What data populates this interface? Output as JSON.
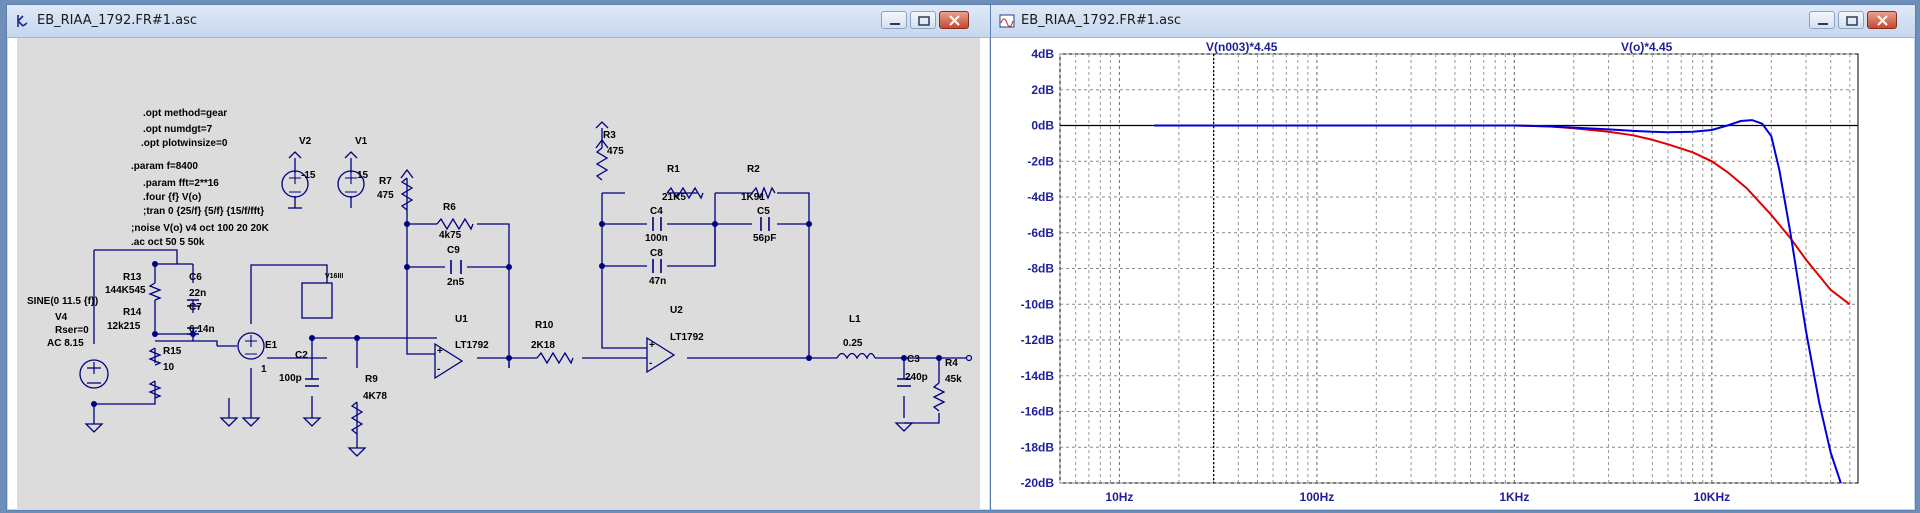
{
  "schematic_window": {
    "title": "EB_RIAA_1792.FR#1.asc",
    "directives": [
      ".opt method=gear",
      ".opt numdgt=7",
      ".opt plotwinsize=0",
      ".param f=8400",
      ".param fft=2**16",
      ".four {f} V(o)",
      ";tran 0 {25/f} {5/f} {15/f/fft}",
      ";noise V(o) v4 oct 100 20 20K",
      ".ac oct 50 5 50k"
    ],
    "labels": {
      "V2": "V2",
      "V2_val": "-15",
      "V1": "V1",
      "V1_val": "15",
      "R7": "R7",
      "R7_val": "475",
      "R3": "R3",
      "R3_val": "475",
      "R6": "R6",
      "R6_val": "4k75",
      "C9": "C9",
      "C9_val": "2n5",
      "R1": "R1",
      "R1_val": "21K5",
      "R2": "R2",
      "R2_val": "1K91",
      "C4": "C4",
      "C4_val": "100n",
      "C5": "C5",
      "C5_val": "56pF",
      "C8": "C8",
      "C8_val": "47n",
      "U1": "U1",
      "U1_model": "LT1792",
      "U2": "U2",
      "U2_model": "LT1792",
      "R10": "R10",
      "R10_val": "2K18",
      "L1": "L1",
      "L1_val": "0.25",
      "C3": "C3",
      "C3_val": "240p",
      "R4": "R4",
      "R4_val": "45k",
      "R13": "R13",
      "R13_val": "144K545",
      "C6": "C6",
      "C6_val": "22n",
      "R14": "R14",
      "R14_val": "12k215",
      "C7": "C7",
      "C7_val": "6.14n",
      "R15": "R15",
      "R15_val": "10",
      "E1": "E1",
      "E1_val": "1",
      "C2": "C2",
      "C2_val": "100p",
      "R9": "R9",
      "R9_val": "4K78",
      "V16": "V16III",
      "V4_src": "SINE(0 11.5 {f})",
      "V4": "V4",
      "V4_rser": "Rser=0",
      "V4_ac": "AC 8.15",
      "plus": "+",
      "minus": "-",
      "vplus": "V"
    }
  },
  "plot_window": {
    "title": "EB_RIAA_1792.FR#1.asc",
    "trace_labels": [
      "V(n003)*4.45",
      "V(o)*4.45"
    ]
  },
  "chart_data": {
    "type": "line",
    "title": "",
    "xscale": "log",
    "xlim": [
      5,
      55000
    ],
    "ylim": [
      -20,
      4
    ],
    "yticks": [
      "4dB",
      "2dB",
      "0dB",
      "-2dB",
      "-4dB",
      "-6dB",
      "-8dB",
      "-10dB",
      "-12dB",
      "-14dB",
      "-16dB",
      "-18dB",
      "-20dB"
    ],
    "ytick_values": [
      4,
      2,
      0,
      -2,
      -4,
      -6,
      -8,
      -10,
      -12,
      -14,
      -16,
      -18,
      -20
    ],
    "xticks": [
      "10Hz",
      "100Hz",
      "1KHz",
      "10KHz"
    ],
    "xtick_values": [
      10,
      100,
      1000,
      10000
    ],
    "grid": true,
    "series": [
      {
        "name": "V(n003)*4.45",
        "color": "#e00000",
        "dashed_marker_x": 30,
        "x": [
          1000,
          1500,
          2000,
          3000,
          4000,
          5000,
          6000,
          8000,
          10000,
          12000,
          15000,
          20000,
          25000,
          30000,
          40000,
          50000
        ],
        "y": [
          0.0,
          -0.05,
          -0.15,
          -0.35,
          -0.55,
          -0.8,
          -1.05,
          -1.5,
          -2.0,
          -2.6,
          -3.5,
          -5.0,
          -6.3,
          -7.5,
          -9.2,
          -10.0
        ]
      },
      {
        "name": "V(o)*4.45",
        "color": "#0000dd",
        "x": [
          15,
          20,
          30,
          50,
          100,
          200,
          300,
          500,
          1000,
          1500,
          2000,
          3000,
          4000,
          5000,
          6000,
          8000,
          10000,
          12000,
          14000,
          16000,
          18000,
          20000,
          22000,
          25000,
          30000,
          35000,
          40000,
          45000
        ],
        "y": [
          0.0,
          0.0,
          0.0,
          0.0,
          0.0,
          0.0,
          0.0,
          0.0,
          0.0,
          -0.05,
          -0.12,
          -0.22,
          -0.3,
          -0.35,
          -0.38,
          -0.35,
          -0.25,
          0.0,
          0.25,
          0.3,
          0.1,
          -0.6,
          -2.5,
          -6.0,
          -11.5,
          -15.5,
          -18.3,
          -20.0
        ]
      }
    ]
  }
}
